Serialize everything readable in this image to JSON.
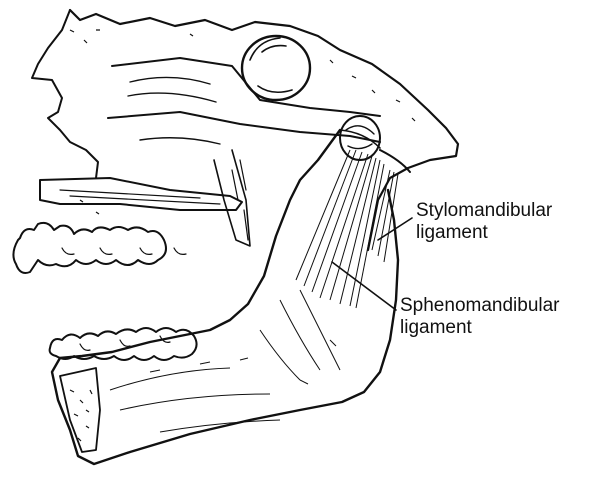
{
  "labels": {
    "stylomandibular": [
      "Stylomandibular",
      "ligament"
    ],
    "sphenomandibular": [
      "Sphenomandibular",
      "ligament"
    ]
  },
  "colors": {
    "ink": "#111111",
    "background": "#ffffff"
  }
}
